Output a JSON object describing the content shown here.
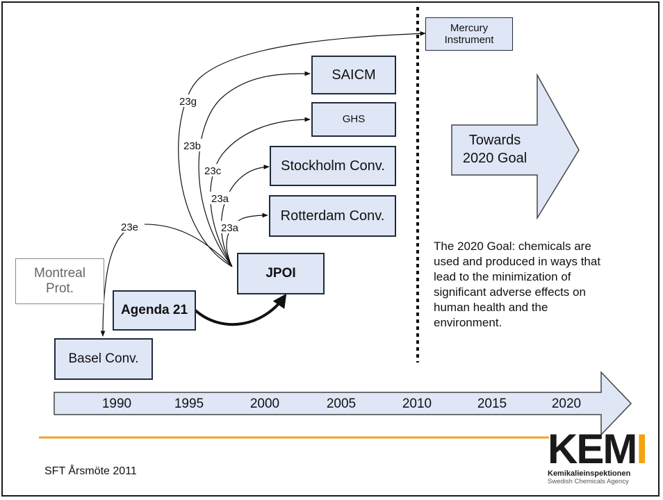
{
  "boxes": {
    "mercury": "Mercury Instrument",
    "saicm": "SAICM",
    "ghs": "GHS",
    "stockholm": "Stockholm Conv.",
    "rotterdam": "Rotterdam Conv.",
    "jpoi": "JPOI",
    "agenda21": "Agenda 21",
    "montreal": "Montreal Prot.",
    "basel": "Basel Conv."
  },
  "arrow_labels": {
    "g": "23g",
    "b": "23b",
    "c": "23c",
    "a1": "23a",
    "a2": "23a",
    "e": "23e"
  },
  "towards_goal": "Towards 2020 Goal",
  "goal_text": "The 2020 Goal:  chemicals are used and produced in ways that lead to the minimization of significant adverse effects on human health and the environment.",
  "timeline": [
    "1990",
    "1995",
    "2000",
    "2005",
    "2010",
    "2015",
    "2020"
  ],
  "footer": "SFT Årsmöte 2011",
  "logo": {
    "main": "KEMI",
    "line1": "Kemikalieinspektionen",
    "line2": "Swedish Chemicals Agency"
  },
  "colors": {
    "box_fill": "#dfe6f5",
    "accent_orange": "#f0a32a",
    "logo_orange": "#f2a312"
  }
}
